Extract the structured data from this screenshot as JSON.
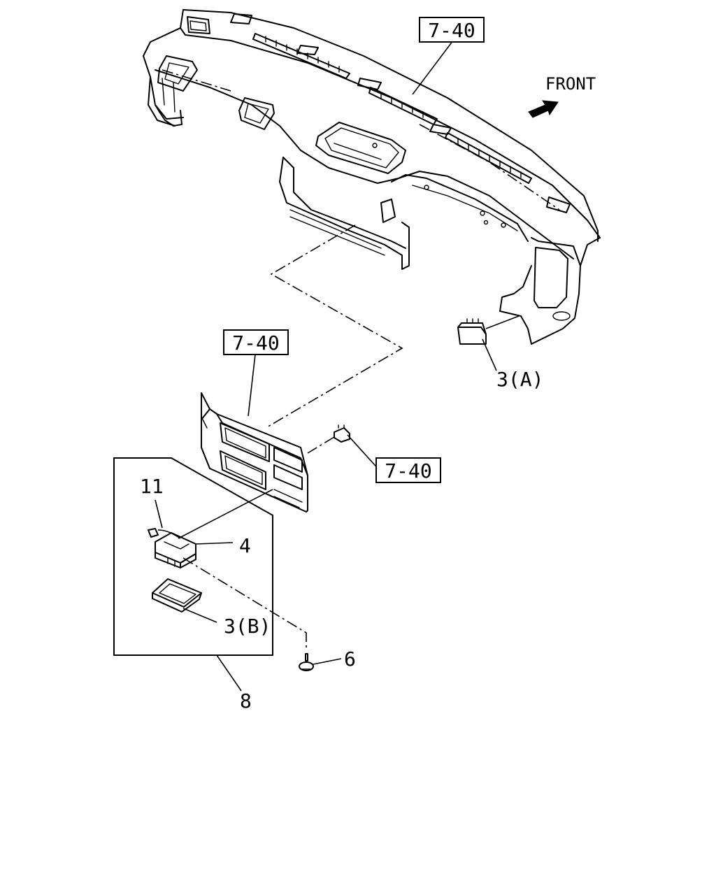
{
  "front_label": "FRONT",
  "ref_boxes": {
    "top": "7-40",
    "middle": "7-40",
    "right": "7-40"
  },
  "callouts": {
    "p3a": "3(A)",
    "p11": "11",
    "p4": "4",
    "p3b": "3(B)",
    "p6": "6",
    "p8": "8"
  },
  "icons": [
    "front-arrow-icon"
  ]
}
